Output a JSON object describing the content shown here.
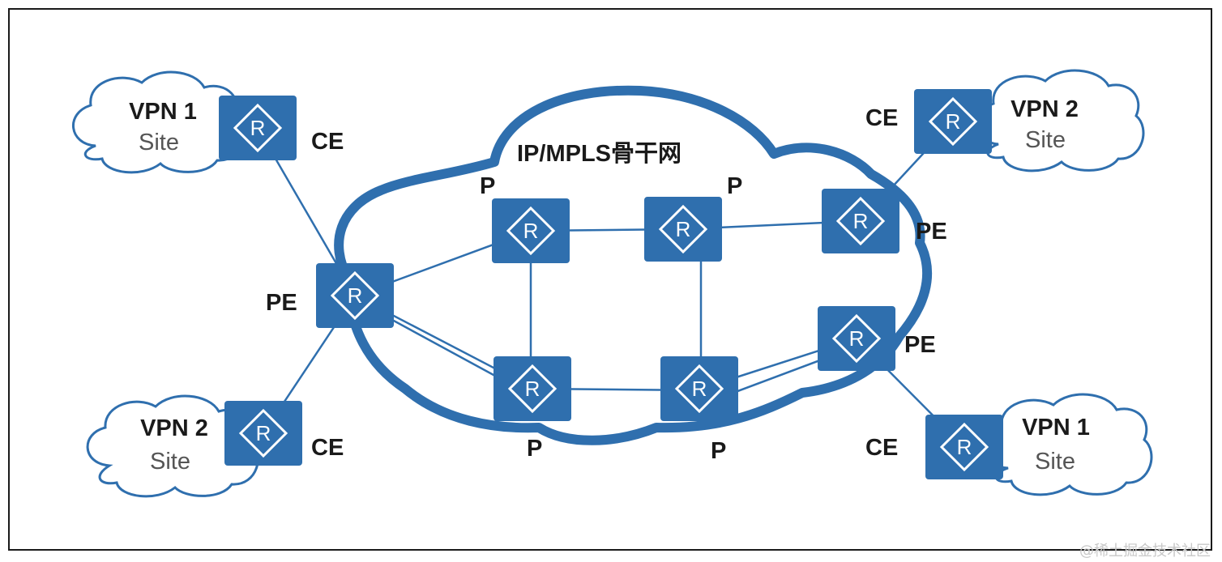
{
  "colors": {
    "router_fill": "#2f6fae",
    "router_icon": "#ffffff",
    "line": "#2f6fae",
    "cloud_stroke": "#2f6fae",
    "text": "#1a1a1a",
    "site_sub": "#555555"
  },
  "icon": "router-icon",
  "backbone": {
    "label": "IP/MPLS骨干网"
  },
  "sites": [
    {
      "id": "site-vpn1-left",
      "vpn": "VPN 1",
      "sub": "Site"
    },
    {
      "id": "site-vpn2-left",
      "vpn": "VPN 2",
      "sub": "Site"
    },
    {
      "id": "site-vpn2-right",
      "vpn": "VPN 2",
      "sub": "Site"
    },
    {
      "id": "site-vpn1-right",
      "vpn": "VPN 1",
      "sub": "Site"
    }
  ],
  "labels": {
    "ce_top_left": "CE",
    "ce_bottom_left": "CE",
    "ce_top_right": "CE",
    "ce_bottom_right": "CE",
    "pe_left": "PE",
    "pe_right_top": "PE",
    "pe_right_bottom": "PE",
    "p_top_1": "P",
    "p_top_2": "P",
    "p_bottom_1": "P",
    "p_bottom_2": "P"
  },
  "watermark": "@稀土掘金技术社区"
}
